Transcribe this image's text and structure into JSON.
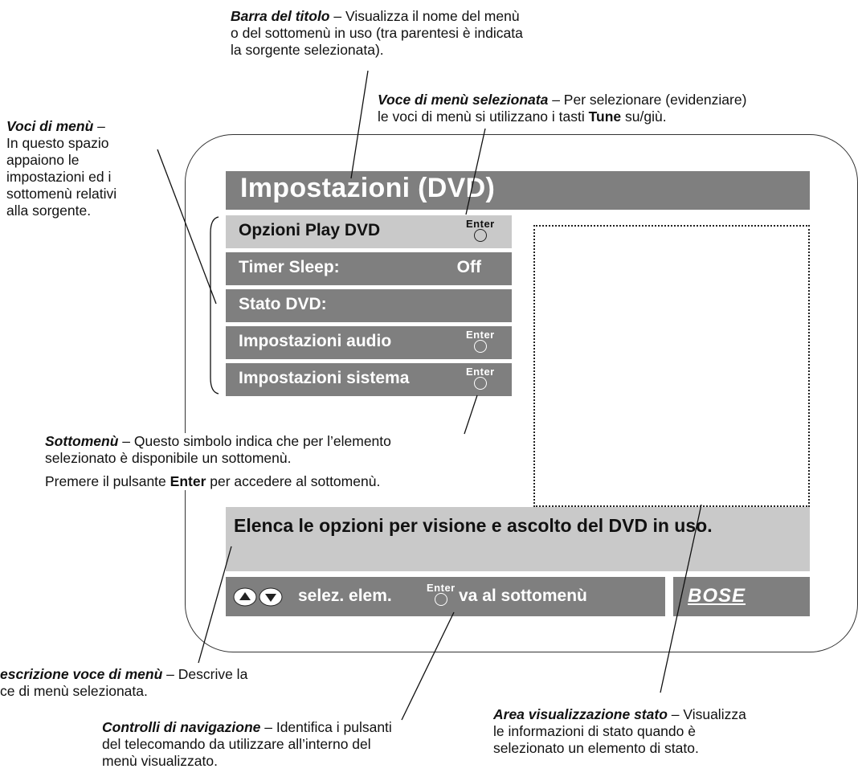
{
  "screen": {
    "title": "Impostazioni (DVD)",
    "menu_items": [
      {
        "label": "Opzioni Play DVD",
        "value": "",
        "enter": true,
        "selected": true
      },
      {
        "label": "Timer Sleep:",
        "value": "Off",
        "enter": false,
        "selected": false
      },
      {
        "label": "Stato DVD:",
        "value": "",
        "enter": false,
        "selected": false
      },
      {
        "label": "Impostazioni audio",
        "value": "",
        "enter": true,
        "selected": false
      },
      {
        "label": "Impostazioni sistema",
        "value": "",
        "enter": true,
        "selected": false
      }
    ],
    "enter_glyph": "Enter",
    "description": "Elenca le opzioni per visione e ascolto del DVD in uso.",
    "nav": {
      "select_label": "selez. elem.",
      "submenu_label": "va al sottomenù"
    },
    "logo": "BOSE",
    "colors": {
      "bar": "#7f7f7f",
      "selected": "#c9c9c9"
    }
  },
  "annotations": {
    "title_bar": {
      "term": "Barra del titolo",
      "text": " – Visualizza il nome del menù",
      "text2": "o del sottomenù in uso (tra parentesi è indicata",
      "text3": "la sorgente selezionata)."
    },
    "selected_item": {
      "term": "Voce di menù selezionata",
      "text": " – Per selezionare (evidenziare)",
      "text2a": "le voci di menù si utilizzano i tasti ",
      "key": "Tune",
      "text2b": " su/giù."
    },
    "menu_items": {
      "term": "Voci di menù",
      "text": " –",
      "text2": "In questo spazio",
      "text3": "appaiono le",
      "text4": "impostazioni ed i",
      "text5": "sottomenù relativi",
      "text6": "alla sorgente."
    },
    "submenu": {
      "term": "Sottomenù",
      "text": " – Questo simbolo indica che per l’elemento",
      "text2": "selezionato è disponibile un sottomenù.",
      "text3a": "Premere il pulsante ",
      "key": "Enter",
      "text3b": " per accedere al sottomenù."
    },
    "description": {
      "term": "escrizione voce di menù",
      "text": " – Descrive la",
      "text2": "ce di menù selezionata."
    },
    "navigation": {
      "term": "Controlli di navigazione",
      "text": " – Identifica i pulsanti",
      "text2": "del telecomando da utilizzare all’interno del",
      "text3": "menù visualizzato."
    },
    "status_area": {
      "term": "Area visualizzazione stato",
      "text": " – Visualizza",
      "text2": "le informazioni di stato quando è",
      "text3": "selezionato un elemento di stato."
    }
  }
}
